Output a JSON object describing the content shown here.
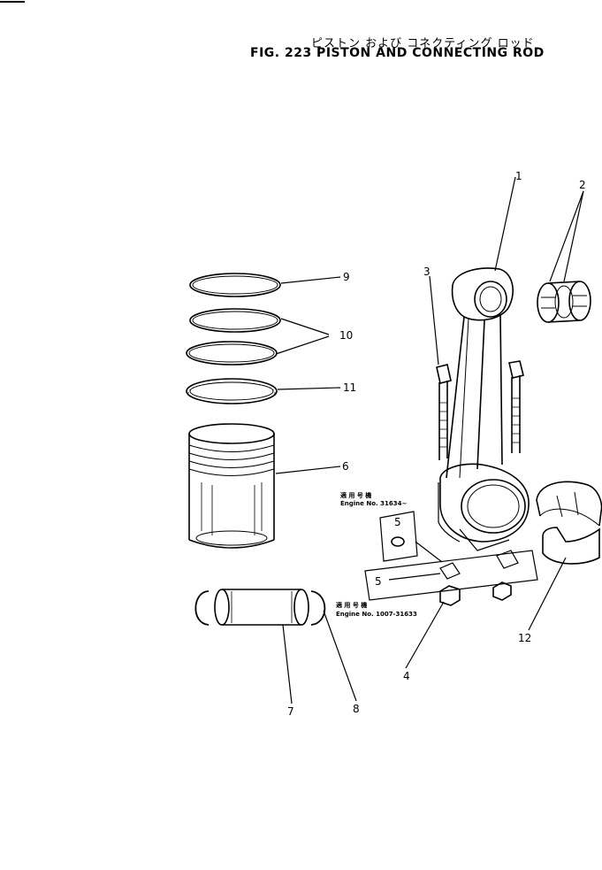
{
  "title": {
    "japanese": "ピストン および コネクティング ロッド",
    "english": "FIG. 223  PISTON AND CONNECTING ROD"
  },
  "callouts": [
    "1",
    "2",
    "3",
    "4",
    "5",
    "6",
    "7",
    "8",
    "9",
    "10",
    "11",
    "12"
  ],
  "notes": {
    "upper": {
      "jp": "適 用 号 機",
      "label": "Engine No. 31634~"
    },
    "lower": {
      "jp": "適 用 号 機",
      "label": "Engine No. 1007-31633"
    }
  }
}
